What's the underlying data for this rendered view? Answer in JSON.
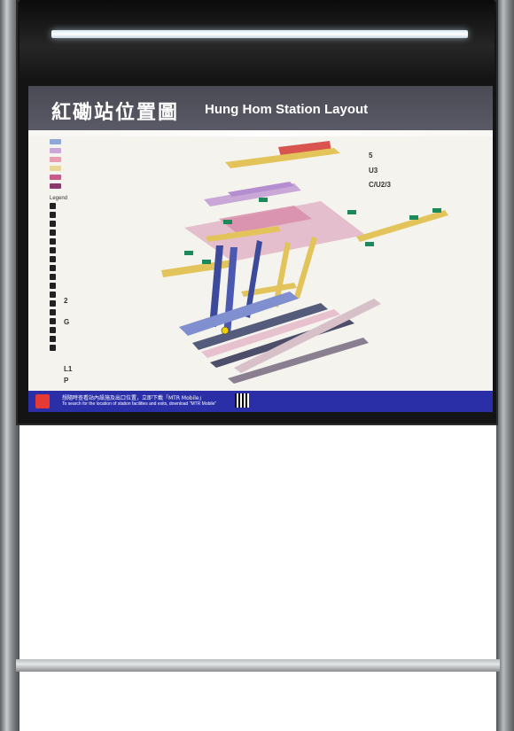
{
  "title": {
    "zh": "紅磡站位置圖",
    "en": "Hung Hom Station Layout"
  },
  "legend": {
    "caption": "",
    "heading": "Legend",
    "zones": [
      {
        "label": "",
        "color": "#8ea8d8"
      },
      {
        "label": "",
        "color": "#c9a8d8"
      },
      {
        "label": "",
        "color": "#e8a0b0"
      },
      {
        "label": "",
        "color": "#e9d79a"
      },
      {
        "label": "",
        "color": "#c85a8a"
      },
      {
        "label": "",
        "color": "#8a3a6a"
      }
    ],
    "icons": [
      "",
      "",
      "",
      "",
      "",
      "",
      "",
      "",
      "",
      "",
      "",
      "",
      "",
      "",
      "",
      "",
      ""
    ]
  },
  "levels": [
    {
      "code": "5"
    },
    {
      "code": "U3"
    },
    {
      "code": "C/U2/3"
    },
    {
      "code": "2"
    },
    {
      "code": "G"
    },
    {
      "code": "L1"
    },
    {
      "code": "P"
    }
  ],
  "footer": {
    "zh": "想隨時查看站內設施及出口位置，立即下載「MTR Mobile」",
    "en": "To search for the location of station facilities and exits, download \"MTR Mobile\""
  },
  "colors": {
    "footer": "#2a2fa8",
    "header": "#4a4a55",
    "walkway": "#e3c45a",
    "concourse": "#e2b8c8",
    "platform": "#7f8fd0",
    "stair": "#3b4a9a"
  }
}
